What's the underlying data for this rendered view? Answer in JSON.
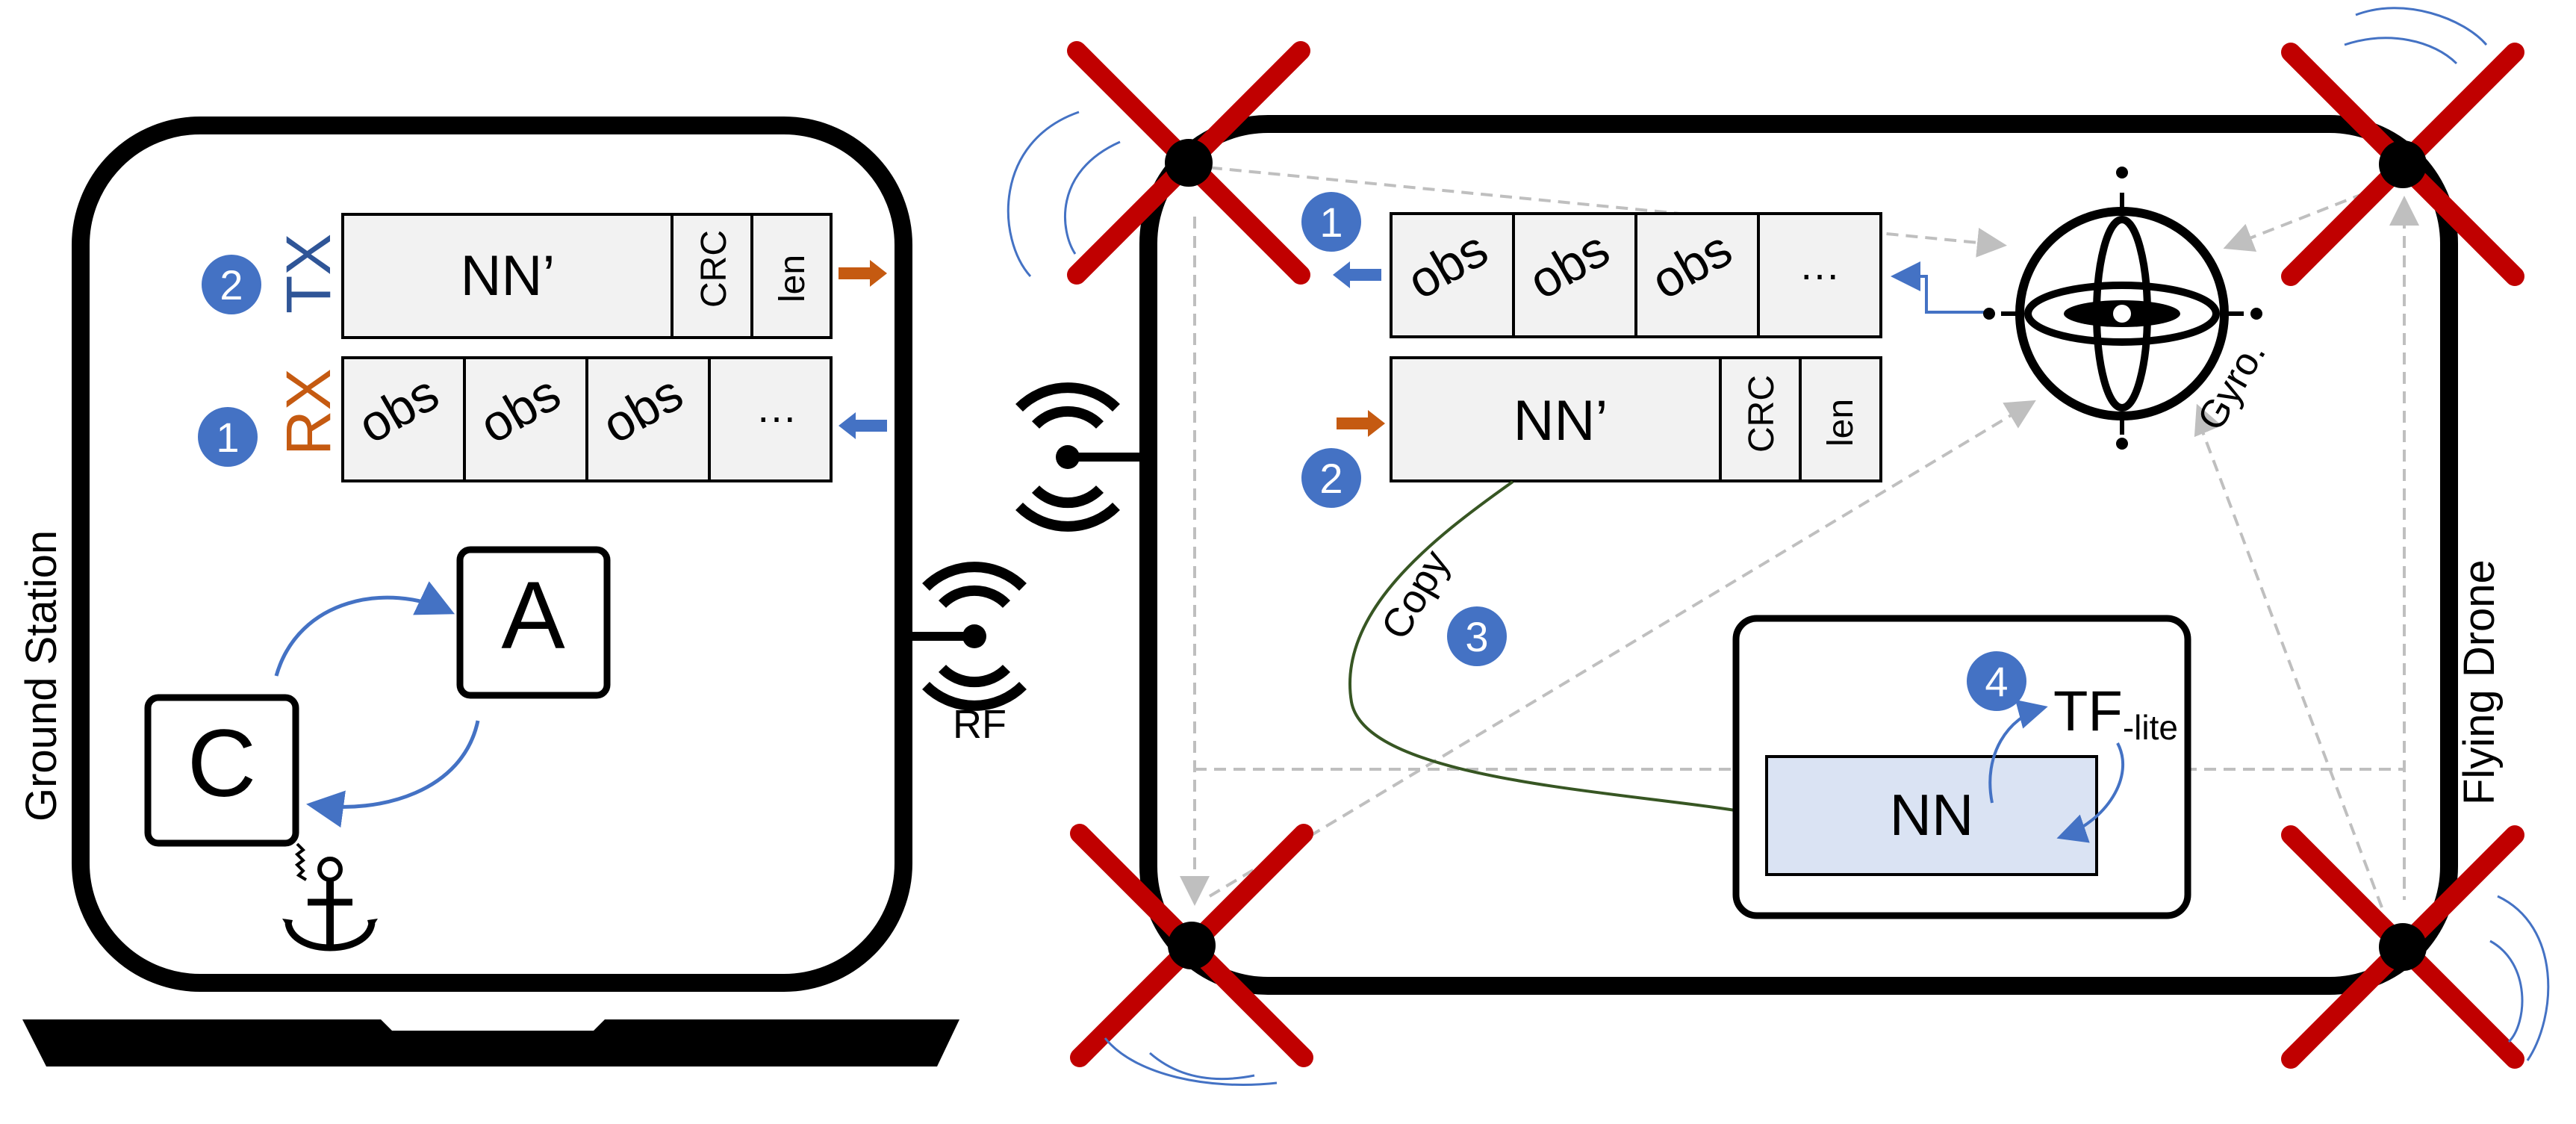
{
  "colors": {
    "outline": "#000000",
    "cell_fill": "#f2f2f2",
    "nn_fill": "#dae3f3",
    "badge_blue": "#4472c4",
    "tx_blue": "#2f5597",
    "rx_orange": "#c55a11",
    "arrow_blue": "#4472c4",
    "arrow_orange": "#c55a11",
    "propeller_red": "#c00000",
    "copy_green": "#375623",
    "dashed_gray": "#bfbfbf",
    "wind_blue": "#4472c4"
  },
  "icons": [
    "wifi-signal-icon",
    "anchor-icon",
    "gyroscope-icon",
    "propeller-icon"
  ],
  "ground_station": {
    "label": "Ground Station",
    "tx": {
      "badge": "2",
      "label": "TX",
      "cells": [
        "NN’",
        "CRC",
        "len"
      ]
    },
    "rx": {
      "badge": "1",
      "label": "RX",
      "cells": [
        "obs",
        "obs",
        "obs",
        "…"
      ]
    },
    "actor": "A",
    "critic": "C",
    "rf_label": "RF"
  },
  "drone": {
    "label": "Flying Drone",
    "tx": {
      "badge": "1",
      "cells": [
        "obs",
        "obs",
        "obs",
        "…"
      ]
    },
    "rx": {
      "badge": "2",
      "cells": [
        "NN’",
        "CRC",
        "len"
      ]
    },
    "copy": {
      "label": "Copy",
      "badge": "3"
    },
    "gyro_label": "Gyro.",
    "mcu": {
      "nn_label": "NN",
      "tf_label": "TF",
      "tf_sub": "-lite",
      "badge": "4"
    }
  }
}
